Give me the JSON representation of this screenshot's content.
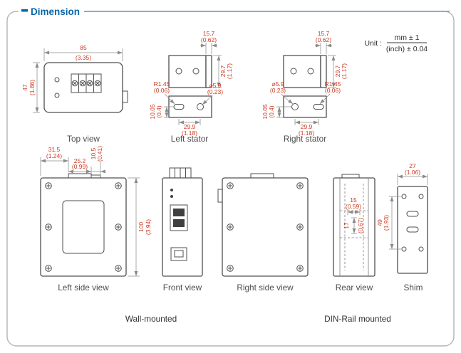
{
  "page": {
    "title": "Dimension",
    "unit_label": "Unit :",
    "unit_mm": "mm ± 1",
    "unit_inch": "(inch) ± 0.04",
    "caption_wall": "Wall-mounted",
    "caption_din": "DIN-Rail mounted"
  },
  "colors": {
    "accent_blue": "#0a66a8",
    "dimension_text_red": "#c9391f",
    "drawing_line": "#4f4f4f",
    "border_gray": "#b4b4b4"
  },
  "views": {
    "top": {
      "label": "Top view",
      "width_mm": "85",
      "width_in": "(3.35)",
      "height_mm": "47",
      "height_in": "(1.86)"
    },
    "left_stator": {
      "label": "Left stator",
      "flange_mm": "15.7",
      "flange_in": "(0.62)",
      "height_mm": "29.7",
      "height_in": "(1.17)",
      "radius_mm": "R1.45",
      "radius_in": "(0.06)",
      "hole_mm": "⌀5.9",
      "hole_in": "(0.23)",
      "pitch_mm": "29.9",
      "pitch_in": "(1.18)",
      "offset_mm": "10.05",
      "offset_in": "(0.4)"
    },
    "right_stator": {
      "label": "Right stator",
      "flange_mm": "15.7",
      "flange_in": "(0.62)",
      "height_mm": "29.7",
      "height_in": "(1.17)",
      "radius_mm": "R1.45",
      "radius_in": "(0.06)",
      "hole_mm": "⌀5.9",
      "hole_in": "(0.23)",
      "pitch_mm": "29.9",
      "pitch_in": "(1.18)",
      "offset_mm": "10.05",
      "offset_in": "(0.4)"
    },
    "left_side": {
      "label": "Left side view",
      "d1_mm": "31.5",
      "d1_in": "(1.24)",
      "d2_mm": "25.2",
      "d2_in": "(0.99)",
      "d3_mm": "10.5",
      "d3_in": "(0.41)",
      "height_mm": "100",
      "height_in": "(3.94)"
    },
    "front": {
      "label": "Front view"
    },
    "right_side": {
      "label": "Right side view"
    },
    "rear": {
      "label": "Rear view",
      "d1_mm": "15",
      "d1_in": "(0.59)",
      "d2_mm": "17",
      "d2_in": "(0.67)"
    },
    "shim": {
      "label": "Shim",
      "width_mm": "27",
      "width_in": "(1.06)",
      "height_mm": "49",
      "height_in": "(1.93)"
    }
  }
}
